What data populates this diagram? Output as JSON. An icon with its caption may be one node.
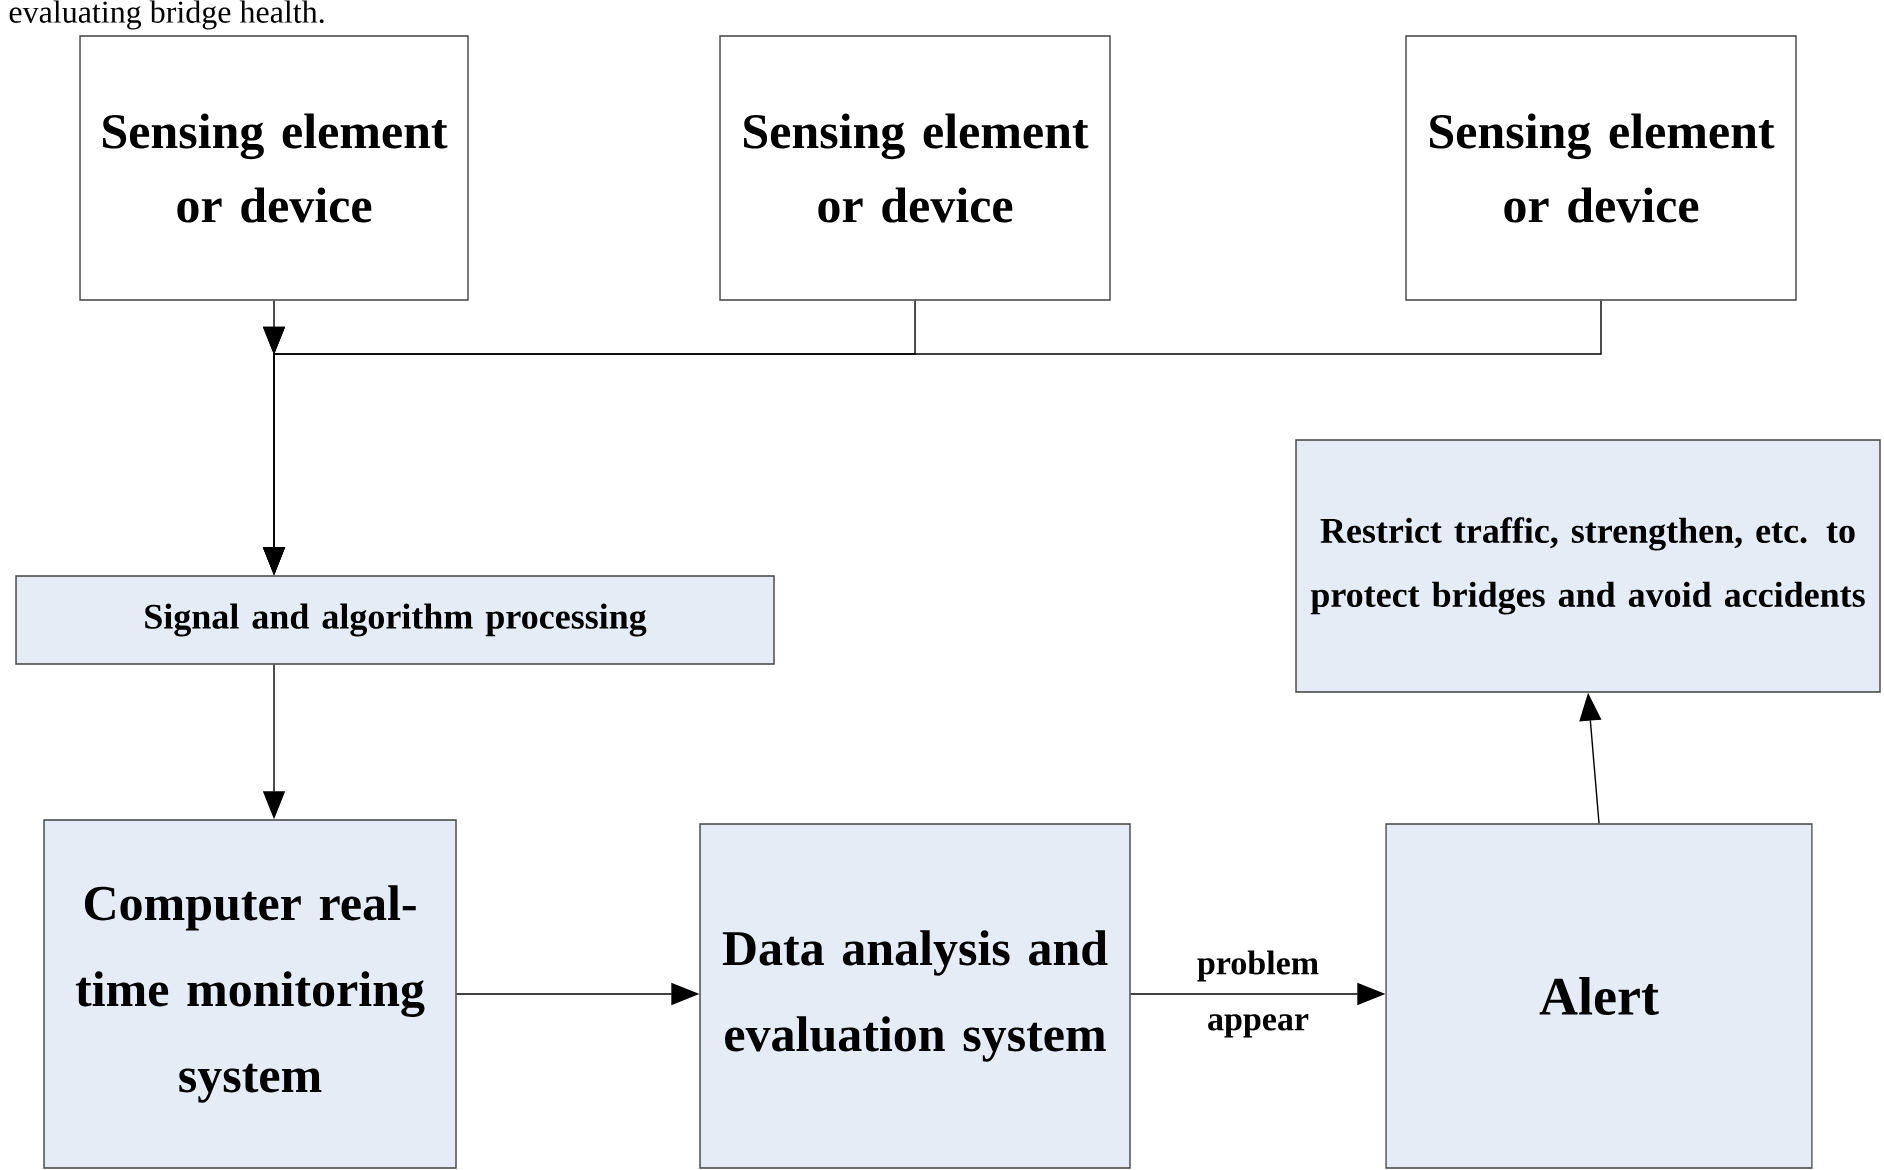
{
  "diagram": {
    "nodes": [
      {
        "text": [
          "Sensing element or device"
        ]
      },
      {
        "text": [
          "Sensing element or device"
        ]
      },
      {
        "text": [
          "Sensing element or device"
        ]
      },
      {
        "text": [
          "Signal and algorithm processing"
        ]
      },
      {
        "text": [
          "Restrict traffic, strengthen, etc. to protect bridges and avoid accidents"
        ]
      },
      {
        "text": [
          "Computer real-time monitoring system"
        ]
      },
      {
        "text": [
          "Data analysis and evaluation system"
        ]
      },
      {
        "text": [
          "Alert"
        ]
      }
    ],
    "edges": [
      {
        "from": 0,
        "to": 3,
        "arrow": "to"
      },
      {
        "from": 1,
        "to": 3,
        "arrow": "to"
      },
      {
        "from": 2,
        "to": 3,
        "arrow": "to"
      },
      {
        "from": 3,
        "to": 5,
        "arrow": "to"
      },
      {
        "from": 5,
        "to": 6,
        "arrow": "to"
      },
      {
        "from": 6,
        "to": 7,
        "arrow": "to",
        "label": "problem appear"
      },
      {
        "from": 7,
        "to": 4,
        "arrow": "to"
      }
    ],
    "labels": [
      "evaluating bridge health."
    ]
  }
}
